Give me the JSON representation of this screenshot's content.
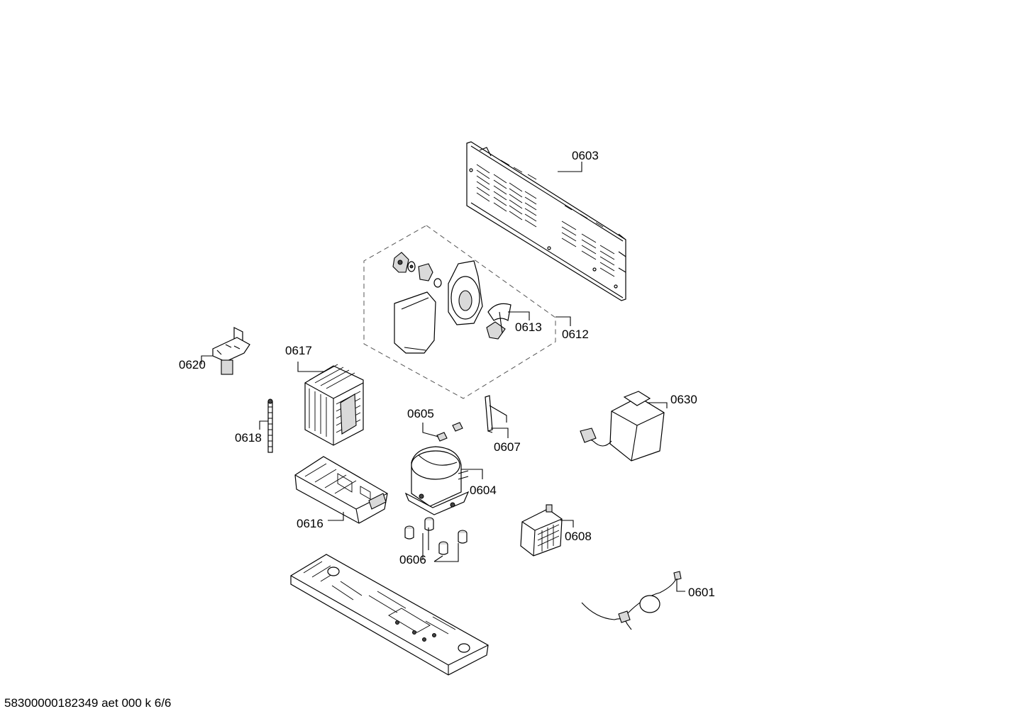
{
  "diagram": {
    "callouts": {
      "c0603": "0603",
      "c0613": "0613",
      "c0612": "0612",
      "c0620": "0620",
      "c0617": "0617",
      "c0630": "0630",
      "c0605": "0605",
      "c0618": "0618",
      "c0607": "0607",
      "c0604": "0604",
      "c0616": "0616",
      "c0608": "0608",
      "c0606": "0606",
      "c0601": "0601"
    },
    "footer": "58300000182349 aet 000 k 6/6"
  }
}
